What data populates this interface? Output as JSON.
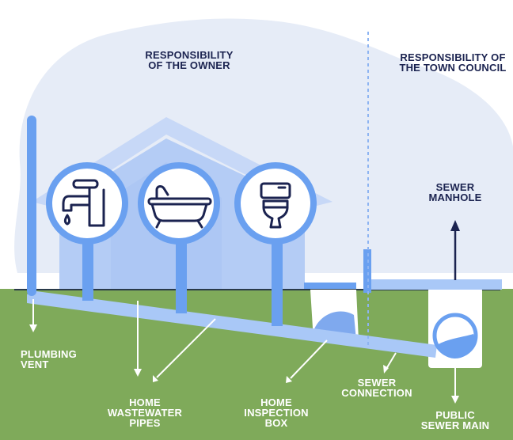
{
  "labels": {
    "owner": "RESPONSIBILITY\nOF THE OWNER",
    "council": "RESPONSIBILITY OF\nTHE TOWN COUNCIL",
    "manhole": "SEWER\nMANHOLE",
    "vent": "PLUMBING\nVENT",
    "pipes": "HOME\nWASTEWATER\nPIPES",
    "inspection": "HOME\nINSPECTION\nBOX",
    "connection": "SEWER\nCONNECTION",
    "main": "PUBLIC\nSEWER MAIN"
  },
  "fixtures": [
    {
      "icon": "faucet-icon"
    },
    {
      "icon": "bathtub-icon"
    },
    {
      "icon": "toilet-icon"
    }
  ],
  "colors": {
    "sky": "#e6ecf7",
    "house": "#bcd0f6",
    "pipe": "#6aa0f0",
    "pipe_light": "#a9c8f7",
    "ground": "#7faa5a",
    "navy": "#1b2350",
    "white": "#ffffff"
  }
}
